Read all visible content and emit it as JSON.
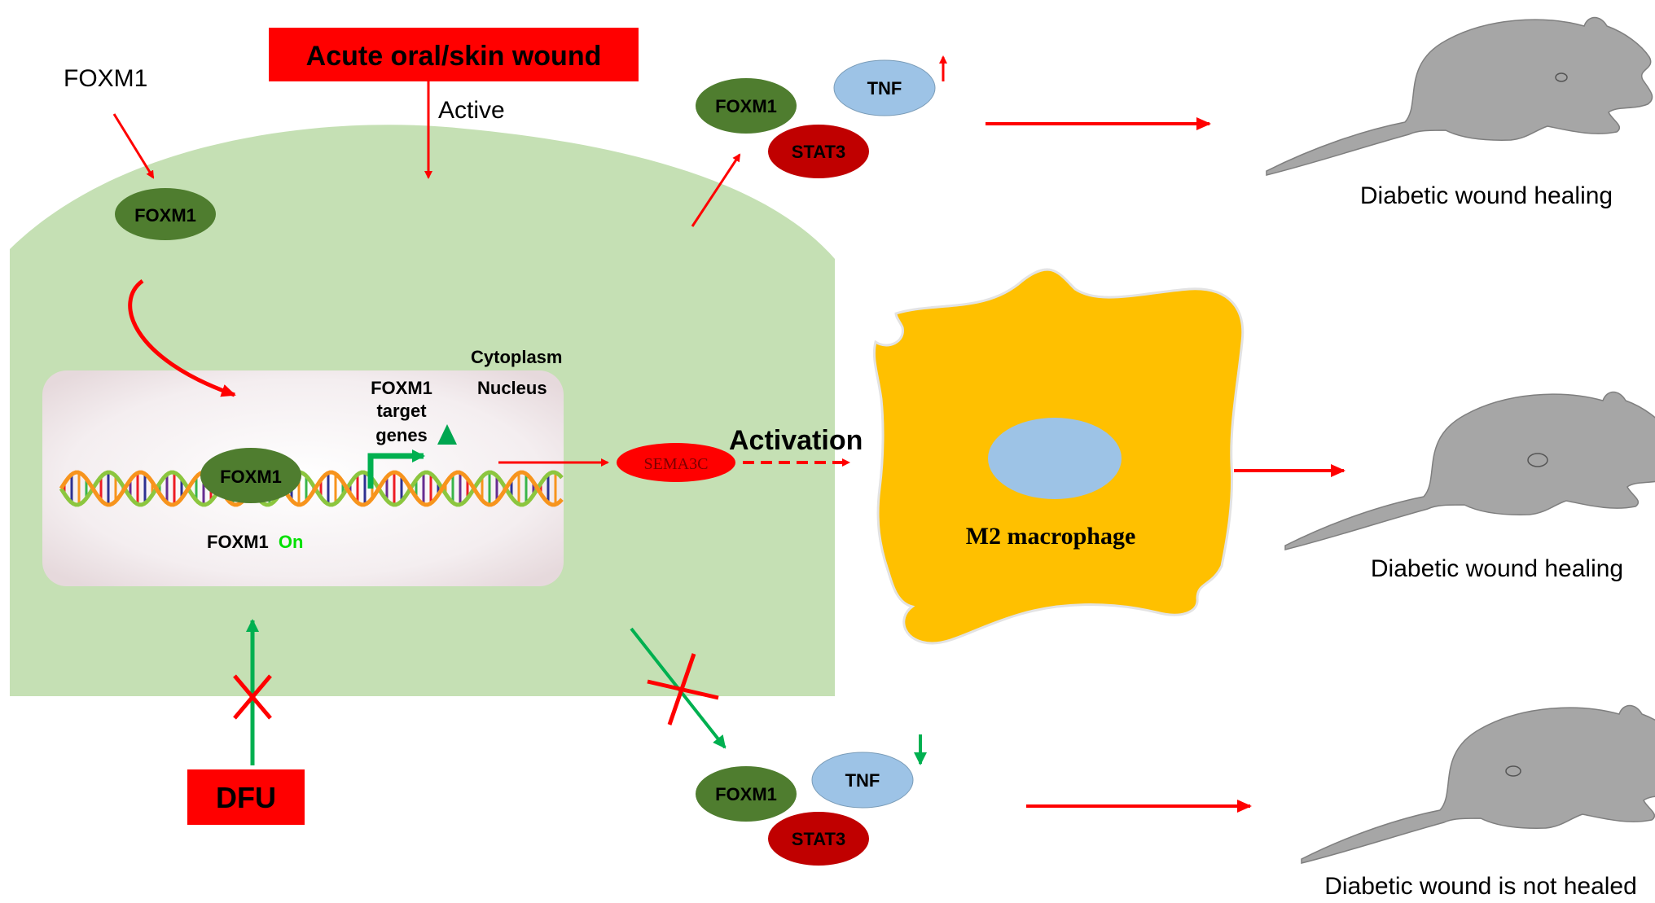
{
  "labels": {
    "foxm1_outside": "FOXM1",
    "acute_wound": "Acute oral/skin wound",
    "active": "Active",
    "foxm1_cyto": "FOXM1",
    "cytoplasm": "Cytoplasm",
    "nucleus": "Nucleus",
    "target_genes_1": "FOXM1",
    "target_genes_2": "target",
    "target_genes_3": "genes",
    "foxm1_dna": "FOXM1",
    "foxm1_on_prefix": "FOXM1",
    "foxm1_on_suffix": "On",
    "sema3c": "SEMA3C",
    "activation": "Activation",
    "m2_macrophage": "M2 macrophage",
    "dfu": "DFU",
    "top_foxm1": "FOXM1",
    "top_stat3": "STAT3",
    "top_tnf": "TNF",
    "bottom_foxm1": "FOXM1",
    "bottom_stat3": "STAT3",
    "bottom_tnf": "TNF",
    "outcome_top": "Diabetic wound healing",
    "outcome_mid": "Diabetic wound healing",
    "outcome_bottom": "Diabetic wound is not healed"
  },
  "colors": {
    "cell": "#c5e0b4",
    "nucleus": "#f0e9ea",
    "foxm1": "#4f7d2f",
    "stat3": "#c00000",
    "tnf": "#9dc3e6",
    "macrophage": "#ffc000",
    "arrow_red": "#ff0000",
    "arrow_green": "#00b050",
    "mouse": "#a6a6a6",
    "label_box": "#ff0000"
  }
}
